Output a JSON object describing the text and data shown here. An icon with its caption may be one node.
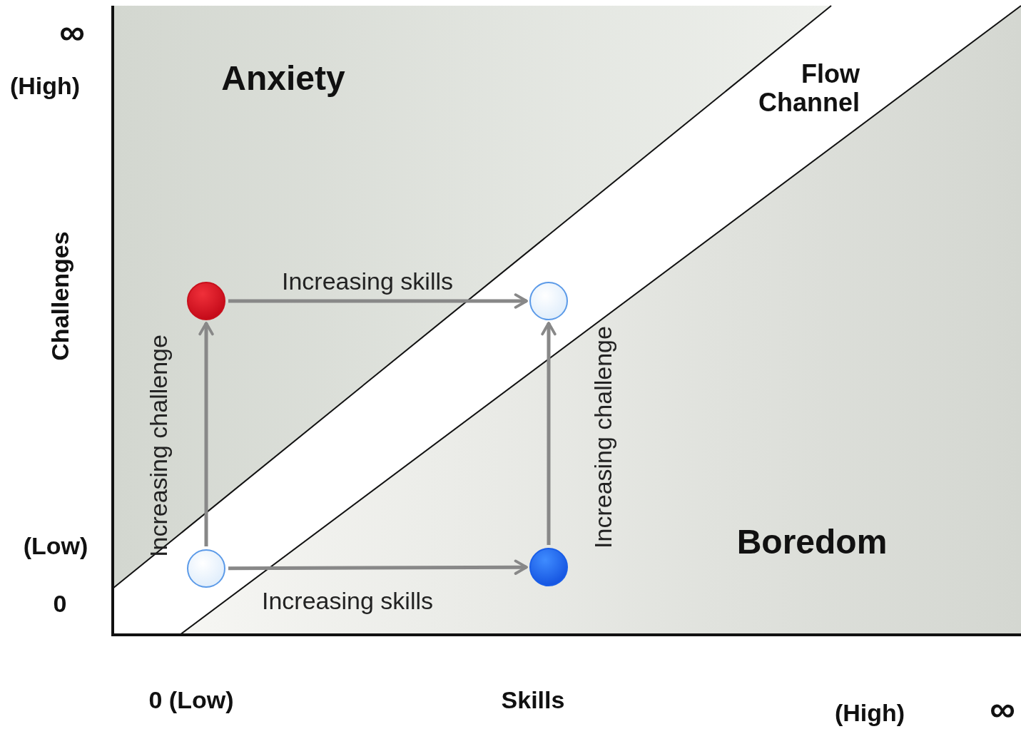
{
  "diagram": {
    "nodes": [
      {
        "text": [],
        "shape": "circle"
      },
      {
        "text": [],
        "shape": "circle"
      },
      {
        "text": [],
        "shape": "circle"
      },
      {
        "text": [],
        "shape": "circle"
      }
    ],
    "edges": [
      {
        "from": 2,
        "to": 0,
        "arrow": "to",
        "label": "Increasing challenge"
      },
      {
        "from": 0,
        "to": 1,
        "arrow": "to",
        "label": "Increasing skills"
      },
      {
        "from": 2,
        "to": 3,
        "arrow": "to",
        "label": "Increasing skills"
      },
      {
        "from": 3,
        "to": 1,
        "arrow": "to",
        "label": "Increasing challenge"
      }
    ],
    "labels": [
      "∞",
      "(High)",
      "Anxiety",
      "Flow Channel",
      "Challenges",
      "(Low)",
      "Boredom",
      "0",
      "0 (Low)",
      "Skills",
      "(High)",
      "∞"
    ]
  }
}
